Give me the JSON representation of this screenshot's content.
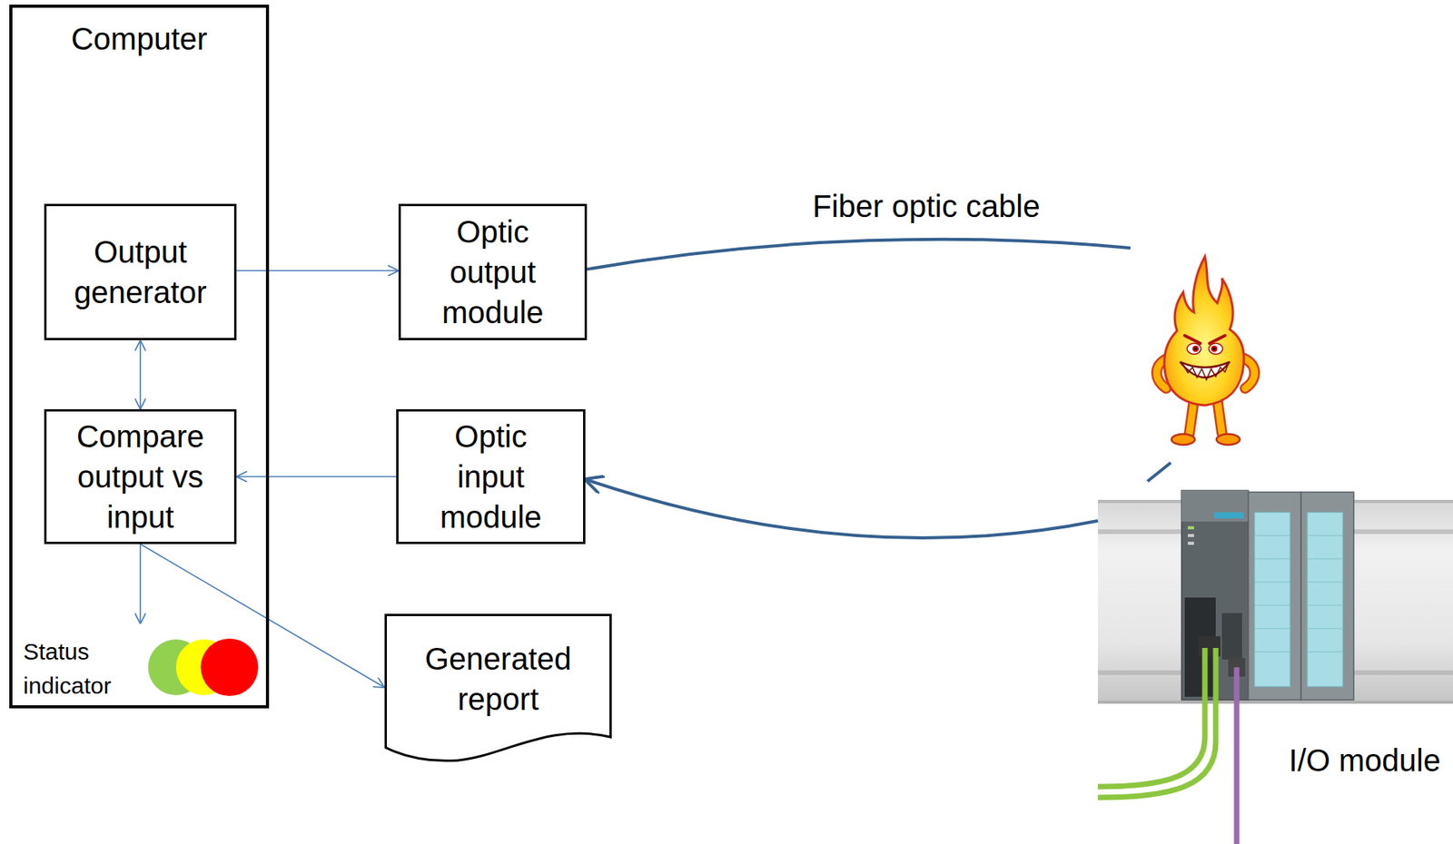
{
  "diagram": {
    "nodes": [
      {
        "text": [
          "Computer"
        ]
      },
      {
        "text": [
          "Output generator"
        ],
        "in": 0
      },
      {
        "text": [
          "Compare output vs input"
        ],
        "in": 0
      },
      {
        "text": [
          "Status indicator"
        ],
        "in": 0
      },
      {
        "text": [
          "Optic output module"
        ]
      },
      {
        "text": [
          "Optic input module"
        ]
      },
      {
        "text": [
          "Generated report"
        ]
      },
      {
        "text": [
          "I/O module"
        ]
      }
    ],
    "edges": [
      {
        "from": 1,
        "to": 4,
        "arrow": "to"
      },
      {
        "from": 1,
        "to": 2,
        "arrow": "both"
      },
      {
        "from": 5,
        "to": 2,
        "arrow": "to"
      },
      {
        "from": 2,
        "to": 3,
        "arrow": "to"
      },
      {
        "from": 2,
        "to": 6,
        "arrow": "to"
      },
      {
        "from": 4,
        "to": 7,
        "arrow": "none",
        "label": "Fiber optic cable"
      },
      {
        "from": 7,
        "to": 5,
        "arrow": "to"
      }
    ]
  }
}
